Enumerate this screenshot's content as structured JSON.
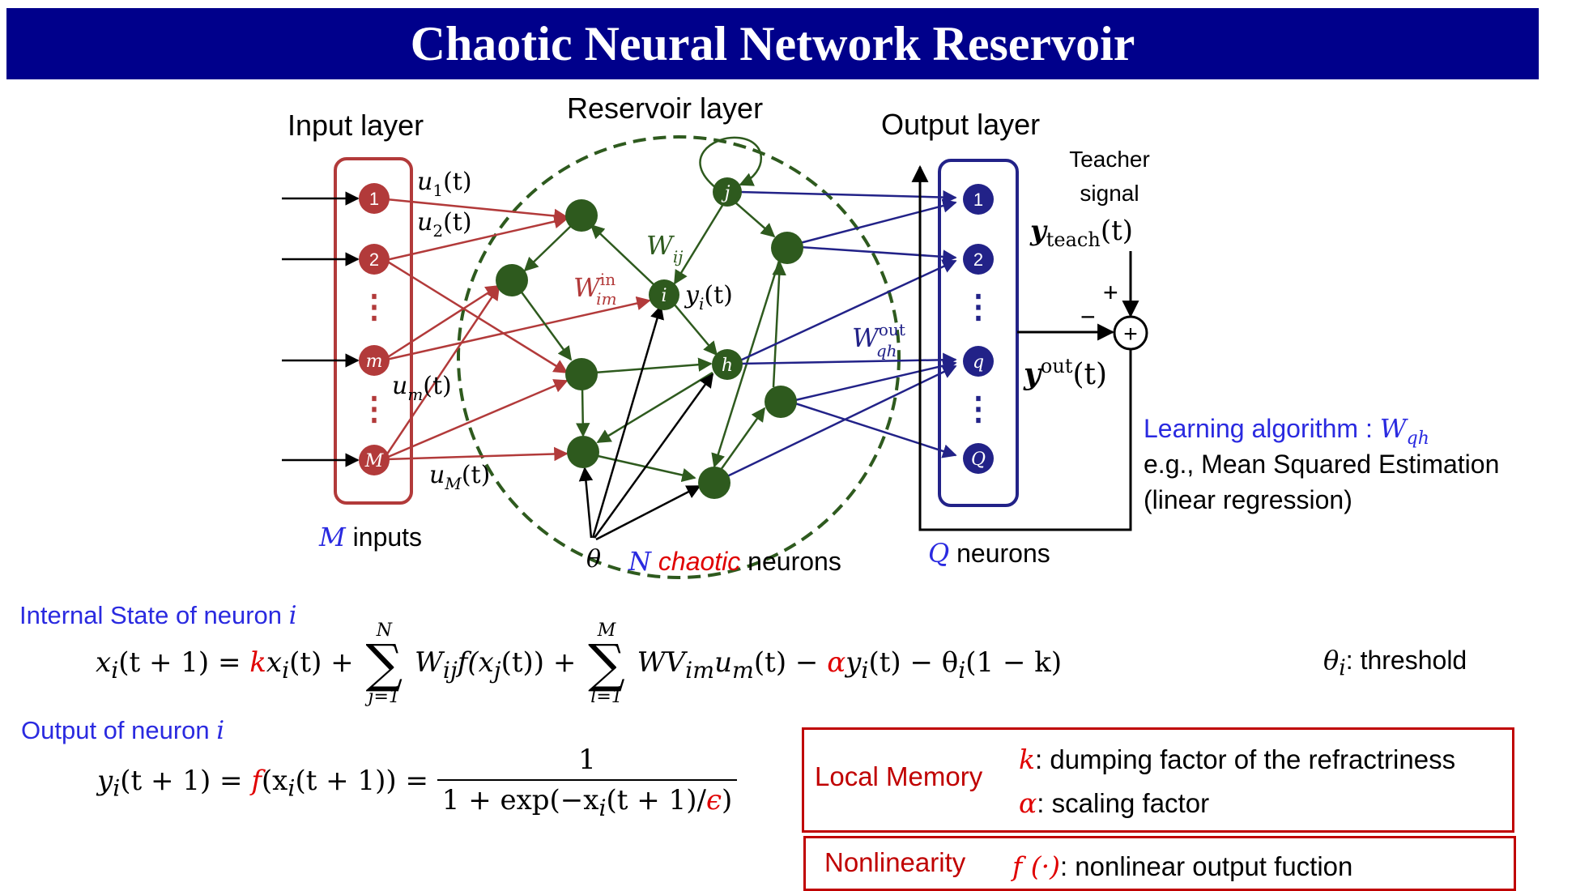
{
  "title": "Chaotic Neural Network Reservoir",
  "colors": {
    "input": "#b23a3a",
    "reservoir": "#2e5a1e",
    "output": "#222288",
    "accent_red": "#e00000",
    "heading_blue": "#2a2ae0",
    "title_bar": "#00008b"
  },
  "diagram": {
    "input_layer_label": "Input layer",
    "reservoir_layer_label": "Reservoir layer",
    "output_layer_label": "Output layer",
    "input_nodes": [
      "1",
      "2",
      "m",
      "M"
    ],
    "input_dots": "⋮",
    "input_signals": [
      "u₁(t)",
      "u₂(t)",
      "uₘ(t)",
      "u_M(t)"
    ],
    "input_signals_display": {
      "u1": "u",
      "u1_sub": "1",
      "u2": "u",
      "u2_sub": "2",
      "um": "u",
      "um_sub": "m",
      "uM": "u",
      "uM_sub": "M",
      "arg": "(t)"
    },
    "input_count": {
      "symbol": "M",
      "text": " inputs"
    },
    "win_label": {
      "base": "W",
      "sup": "in",
      "sub": "im"
    },
    "wij_label": {
      "base": "W",
      "sub": "ij"
    },
    "wout_label": {
      "base": "W",
      "sup": "out",
      "sub": "qh"
    },
    "reservoir_named_nodes": {
      "j": "j",
      "i": "i",
      "h": "h"
    },
    "yi_label": {
      "base": "y",
      "sub": "i",
      "arg": "(t)"
    },
    "theta_label": "θ",
    "reservoir_count": {
      "symbol": "N",
      "word_red": " chaotic",
      "text": " neurons"
    },
    "output_nodes": [
      "1",
      "2",
      "q",
      "Q"
    ],
    "output_dots": "⋮",
    "output_count": {
      "symbol": "Q",
      "text": " neurons"
    },
    "teacher": {
      "line1": "Teacher",
      "line2": "signal",
      "y_base": "y",
      "y_sub": "teach",
      "arg": "(t)"
    },
    "yout": {
      "base": "y",
      "sup": "out",
      "arg": "(t)"
    },
    "plus_sign": "+",
    "minus_sign": "−",
    "sum_symbol": "+",
    "learning": {
      "label": "Learning algorithm",
      "colon": " : ",
      "symbol": "W",
      "symbol_sub": "qh",
      "line2": "e.g., Mean Squared Estimation",
      "line3": "(linear regression)"
    }
  },
  "equations": {
    "state_heading": {
      "text": "Internal State of neuron ",
      "var": "i"
    },
    "output_heading": {
      "text": "Output of neuron ",
      "var": "i"
    },
    "state_eq": {
      "lhs": "(t + 1) =",
      "k": "k",
      "term1": "(t) +",
      "sum1_top": "N",
      "sum1_bot": "j=1",
      "term2": "f(x",
      "term2b": "(t)) +",
      "sum2_top": "M",
      "sum2_bot": "l=1",
      "term3": "WV",
      "term3b": "(t) −",
      "alpha": "α",
      "term4": "(t) − θ",
      "term4b": "(1 − k)"
    },
    "threshold_note": {
      "symbol": "θ",
      "sub": "i",
      "text": ": threshold"
    },
    "output_eq": {
      "lhs": "(t + 1) =",
      "f": "f",
      "mid": "(x",
      "mid2": "(t + 1)) =",
      "numerator": "1",
      "denominator_a": "1 + exp(−x",
      "denominator_b": "(t + 1)/",
      "epsilon": "ϵ",
      "denominator_c": ")"
    }
  },
  "local_memory": {
    "label": "Local Memory",
    "k_sym": "k",
    "k_text": ": dumping factor of the refractriness",
    "alpha_sym": "α",
    "alpha_text": ": scaling factor"
  },
  "nonlinearity": {
    "label": "Nonlinearity",
    "f_sym": "f (·)",
    "f_text": ": nonlinear output fuction"
  }
}
